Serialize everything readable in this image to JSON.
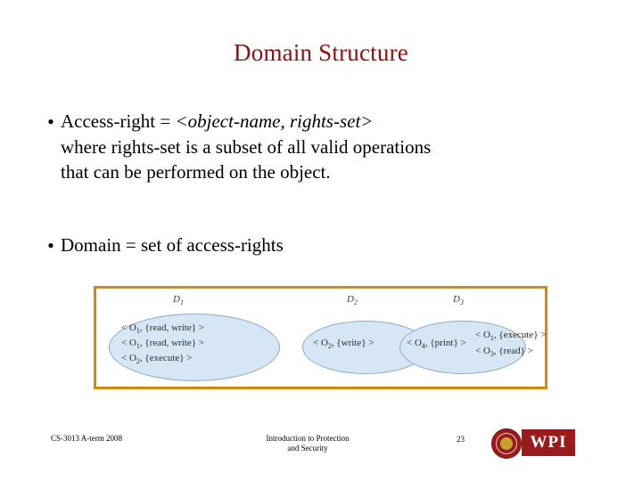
{
  "slide": {
    "title": "Domain Structure",
    "colors": {
      "title": "#8c1010",
      "figure_border": "#d4890a",
      "ellipse_fill": "#d6e6f4",
      "brand": "#9a1b1b"
    },
    "bullets": [
      {
        "marker": "•",
        "line1_part1": "Access-right = ",
        "line1_italic": "<object-name, rights-set>",
        "line2_part1": "where ",
        "line2_italic": "rights-set",
        "line2_part2": " is a subset of all valid operations",
        "line3": "that can be performed on the object."
      },
      {
        "marker": "•",
        "text": "Domain = set of access-rights"
      }
    ],
    "figure": {
      "domain_labels": [
        "D1",
        "D2",
        "D3"
      ],
      "access_rights": [
        "< O1, {read, write} >",
        "< O1, {read, write} >",
        "< O2, {execute} >",
        "< O2, {write} >",
        "< O4, {print} >",
        "< O1, {execute} >",
        "< O3, {read} >"
      ]
    },
    "footer": {
      "left": "CS-3013 A-term 2008",
      "center_line1": "Introduction to Protection",
      "center_line2": "and Security",
      "page_number": "23",
      "logo_text": "WPI"
    }
  }
}
